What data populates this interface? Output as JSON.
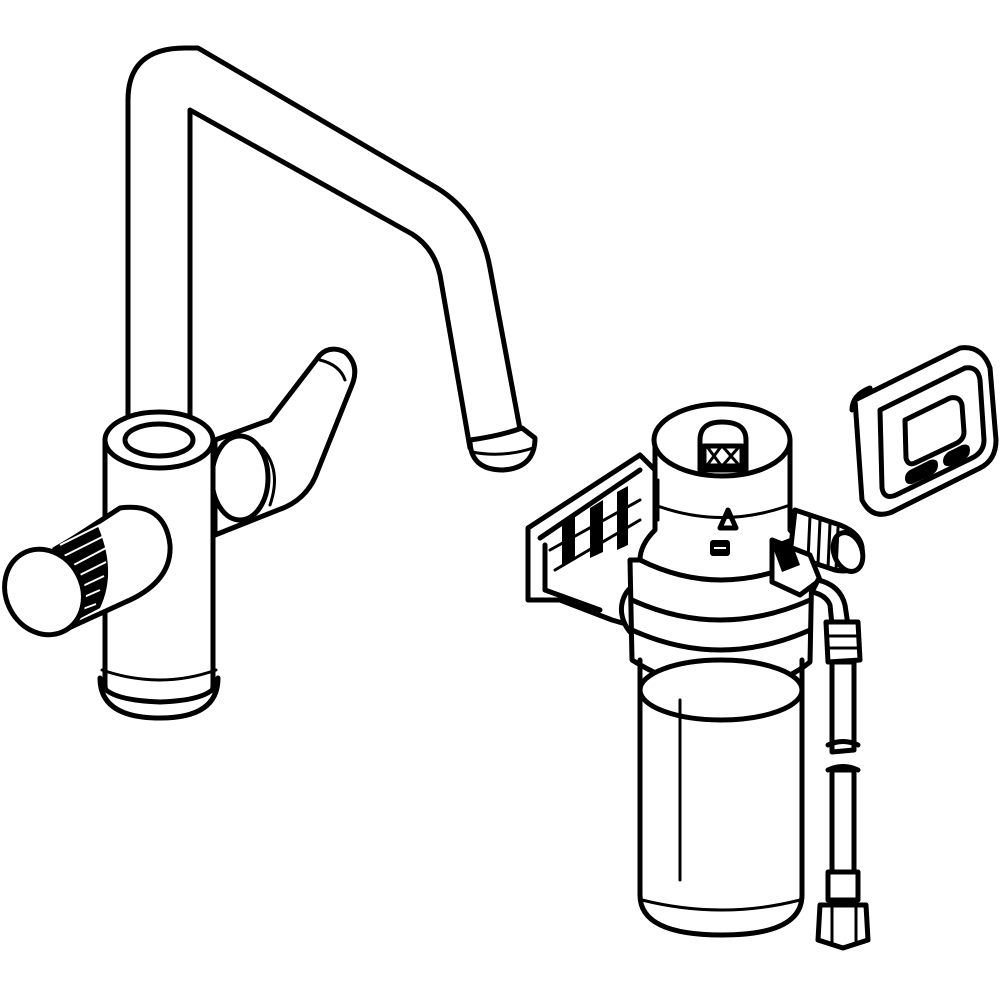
{
  "colors": {
    "line": "#000000",
    "background": "#ffffff"
  },
  "components": [
    {
      "id": "kitchen-faucet",
      "icon": "faucet-icon"
    },
    {
      "id": "filter-head-with-bracket",
      "icon": "filter-head-icon"
    },
    {
      "id": "filter-cartridge",
      "icon": "filter-cartridge-icon"
    },
    {
      "id": "connection-hose",
      "icon": "hose-icon"
    },
    {
      "id": "electronic-display",
      "icon": "display-icon"
    }
  ]
}
